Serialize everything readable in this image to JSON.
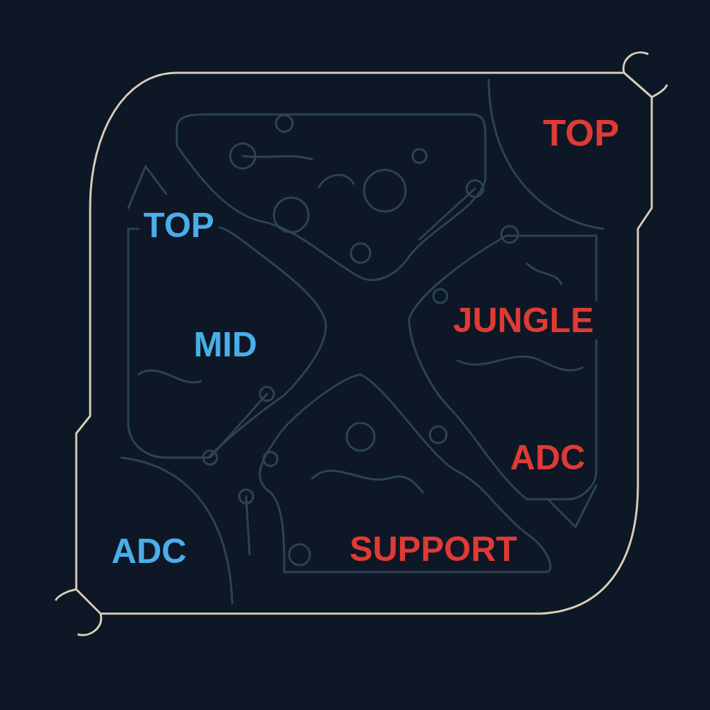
{
  "diagram": {
    "labels": [
      "TOP",
      "TOP",
      "JUNGLE",
      "MID",
      "ADC",
      "ADC",
      "SUPPORT"
    ]
  }
}
